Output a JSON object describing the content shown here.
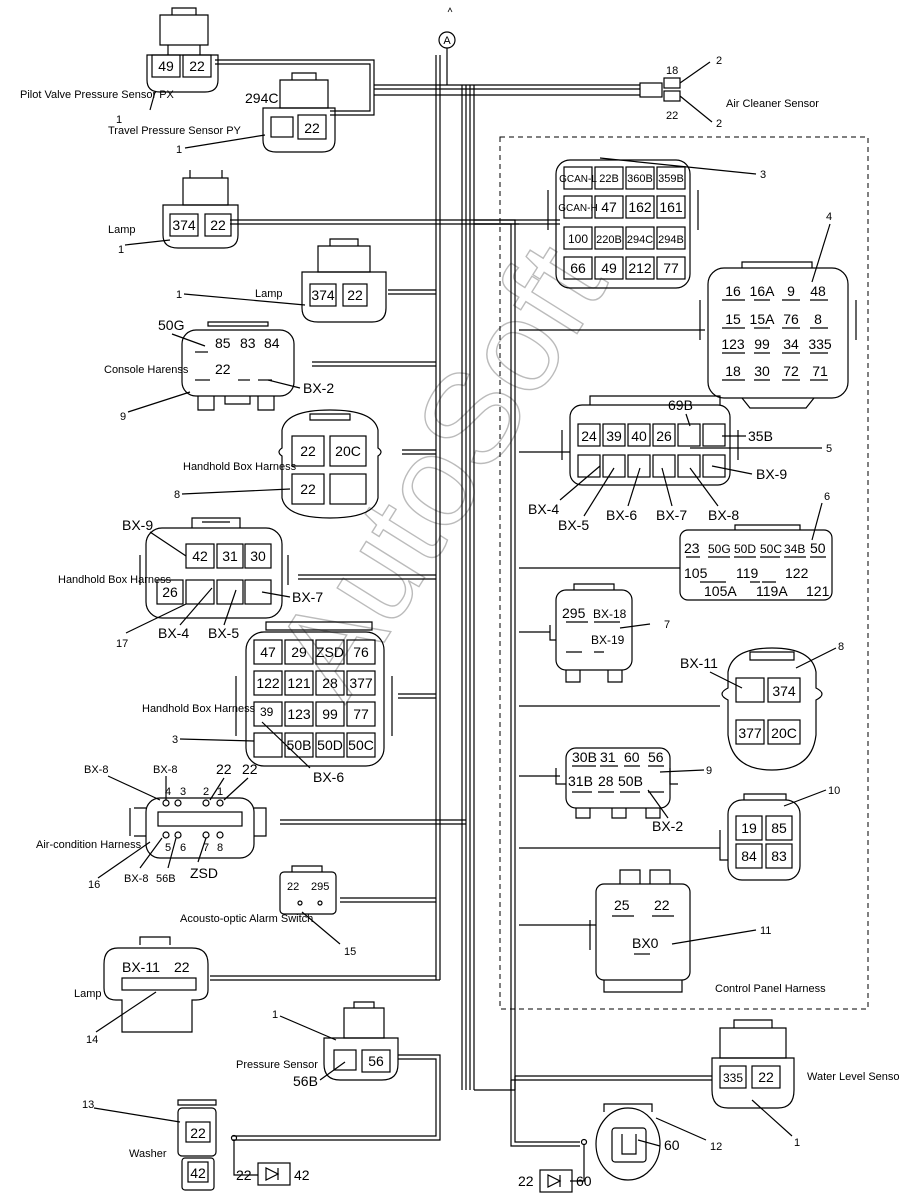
{
  "top_marker": "A",
  "labels": {
    "pilot_px": "Pilot Valve Pressure Sensor PX",
    "travel_py": "Travel Pressure Sensor PY",
    "air_cleaner": "Air Cleaner Sensor",
    "lamp1": "Lamp",
    "lamp2": "Lamp",
    "console": "Console Harenss",
    "handhold1": "Handhold Box Harness",
    "handhold2": "Handhold Box Harness",
    "handhold3": "Handhold Box Harness",
    "aircon": "Air-condition Harness",
    "acousto": "Acousto-optic Alarm Switch",
    "lamp3": "Lamp",
    "pressure": "Pressure Sensor",
    "washer": "Washer",
    "control_panel": "Control Panel Harness",
    "water_level": "Water Level Sensor"
  },
  "connectors": {
    "px": {
      "pins": [
        "49",
        "22"
      ],
      "callout": "1"
    },
    "py": {
      "pins": [
        "294C",
        "22"
      ],
      "callout": "1"
    },
    "lamp1": {
      "pins": [
        "374",
        "22"
      ],
      "callout": "1"
    },
    "lamp2": {
      "pins": [
        "374",
        "22"
      ],
      "callout": "1"
    },
    "console": {
      "pins": [
        "50G",
        "85",
        "83",
        "84",
        "22",
        "BX-2"
      ],
      "callout": "9"
    },
    "handhold1": {
      "pins": [
        "22",
        "20C",
        "22"
      ],
      "callout": "8"
    },
    "handhold2": {
      "pins": [
        "BX-9",
        "42",
        "31",
        "30",
        "26",
        "BX-7",
        "BX-4",
        "BX-5"
      ],
      "callout": "17"
    },
    "handhold3": {
      "pins": [
        "47",
        "29",
        "ZSD",
        "76",
        "122",
        "121",
        "28",
        "377",
        "39",
        "123",
        "99",
        "77",
        "50B",
        "50D",
        "50C",
        "BX-6"
      ],
      "callout": "3"
    },
    "aircon": {
      "pins": [
        "BX-8",
        "BX-8",
        "22",
        "22",
        "4",
        "3",
        "2",
        "1",
        "5",
        "6",
        "7",
        "8",
        "BX-8",
        "56B",
        "ZSD"
      ],
      "callout": "16"
    },
    "acousto": {
      "pins": [
        "22",
        "295"
      ],
      "callout": "15"
    },
    "lamp3": {
      "pins": [
        "BX-11",
        "22"
      ],
      "callout": "14"
    },
    "pressure": {
      "pins": [
        "56",
        "56B"
      ],
      "callout": "1"
    },
    "washer": {
      "pins": [
        "22",
        "42",
        "22",
        "42"
      ],
      "callout": "13"
    },
    "air_cleaner": {
      "pins": [
        "18",
        "22"
      ],
      "callouts": [
        "2",
        "2"
      ]
    },
    "cp3": {
      "grid": [
        [
          "GCAN-L",
          "22B",
          "360B",
          "359B"
        ],
        [
          "GCAN-H",
          "47",
          "162",
          "161"
        ],
        [
          "100",
          "220B",
          "294C",
          "294B"
        ],
        [
          "66",
          "49",
          "212",
          "77"
        ]
      ],
      "callout": "3"
    },
    "cp4": {
      "grid": [
        [
          "16",
          "16A",
          "9",
          "48"
        ],
        [
          "15",
          "15A",
          "76",
          "8"
        ],
        [
          "123",
          "99",
          "34",
          "335"
        ],
        [
          "18",
          "30",
          "72",
          "71"
        ]
      ],
      "callout": "4"
    },
    "cp5": {
      "top": [
        "24",
        "39",
        "40",
        "26",
        "",
        ""
      ],
      "labels": [
        "69B",
        "35B",
        "BX-9",
        "BX-4",
        "BX-5",
        "BX-6",
        "BX-7",
        "BX-8"
      ],
      "callout": "5"
    },
    "cp6": {
      "row1": [
        "23",
        "50G",
        "50D",
        "50C",
        "34B",
        "50"
      ],
      "row2": [
        "105",
        "119",
        "122"
      ],
      "row3": [
        "105A",
        "119A",
        "121"
      ],
      "callout": "6"
    },
    "cp7": {
      "pins": [
        "295",
        "BX-18",
        "BX-19"
      ],
      "callout": "7"
    },
    "cp8": {
      "pins": [
        "BX-11",
        "374",
        "377",
        "20C"
      ],
      "callout": "8"
    },
    "cp9": {
      "pins": [
        "30B",
        "31",
        "60",
        "56",
        "31B",
        "28",
        "50B",
        "BX-2"
      ],
      "callout": "9"
    },
    "cp10": {
      "pins": [
        "19",
        "85",
        "84",
        "83"
      ],
      "callout": "10"
    },
    "cp11": {
      "pins": [
        "25",
        "22",
        "BX0"
      ],
      "callout": "11"
    },
    "water": {
      "pins": [
        "335",
        "22"
      ],
      "callout": "1"
    },
    "diode60": {
      "pins": [
        "60",
        "22",
        "60"
      ],
      "callout": "12"
    }
  },
  "watermark": "AutoSoft"
}
